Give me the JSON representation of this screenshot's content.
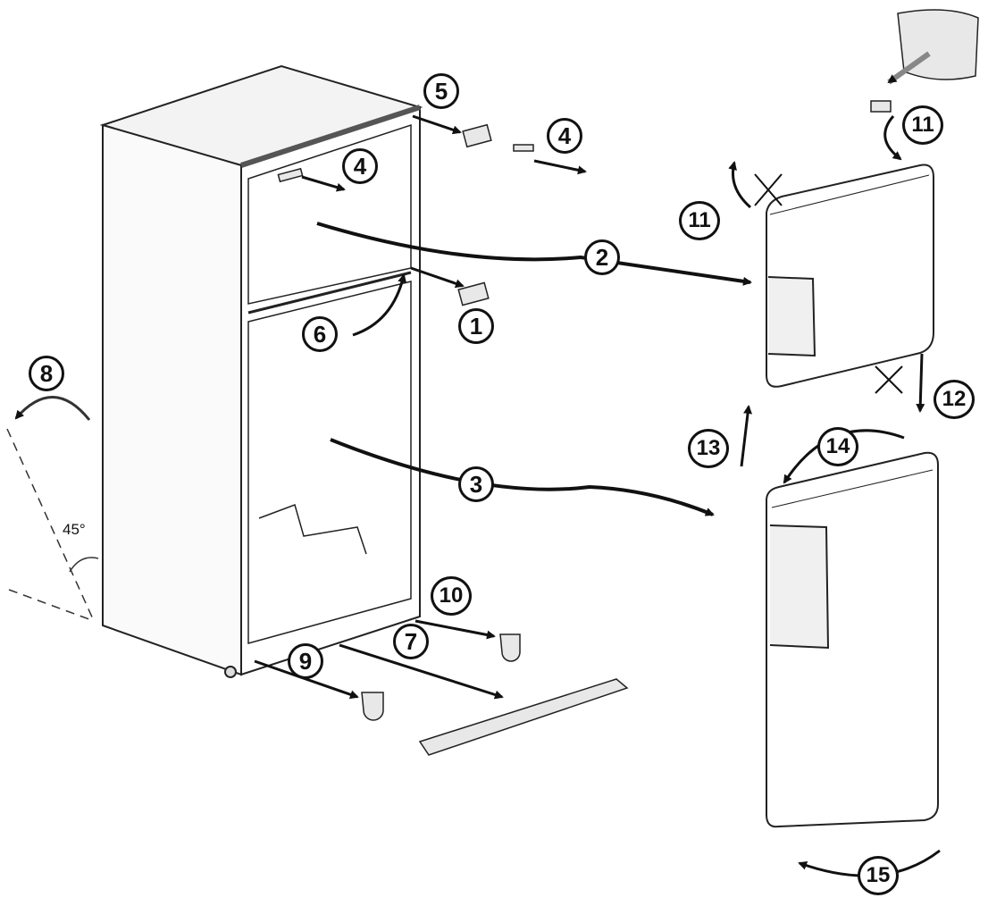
{
  "diagram": {
    "callouts": {
      "n1": "1",
      "n2": "2",
      "n3": "3",
      "n4a": "4",
      "n4b": "4",
      "n5": "5",
      "n6": "6",
      "n7": "7",
      "n8": "8",
      "n9": "9",
      "n10": "10",
      "n11a": "11",
      "n11b": "11",
      "n12": "12",
      "n13": "13",
      "n14": "14",
      "n15": "15"
    },
    "angle_label": "45°"
  }
}
